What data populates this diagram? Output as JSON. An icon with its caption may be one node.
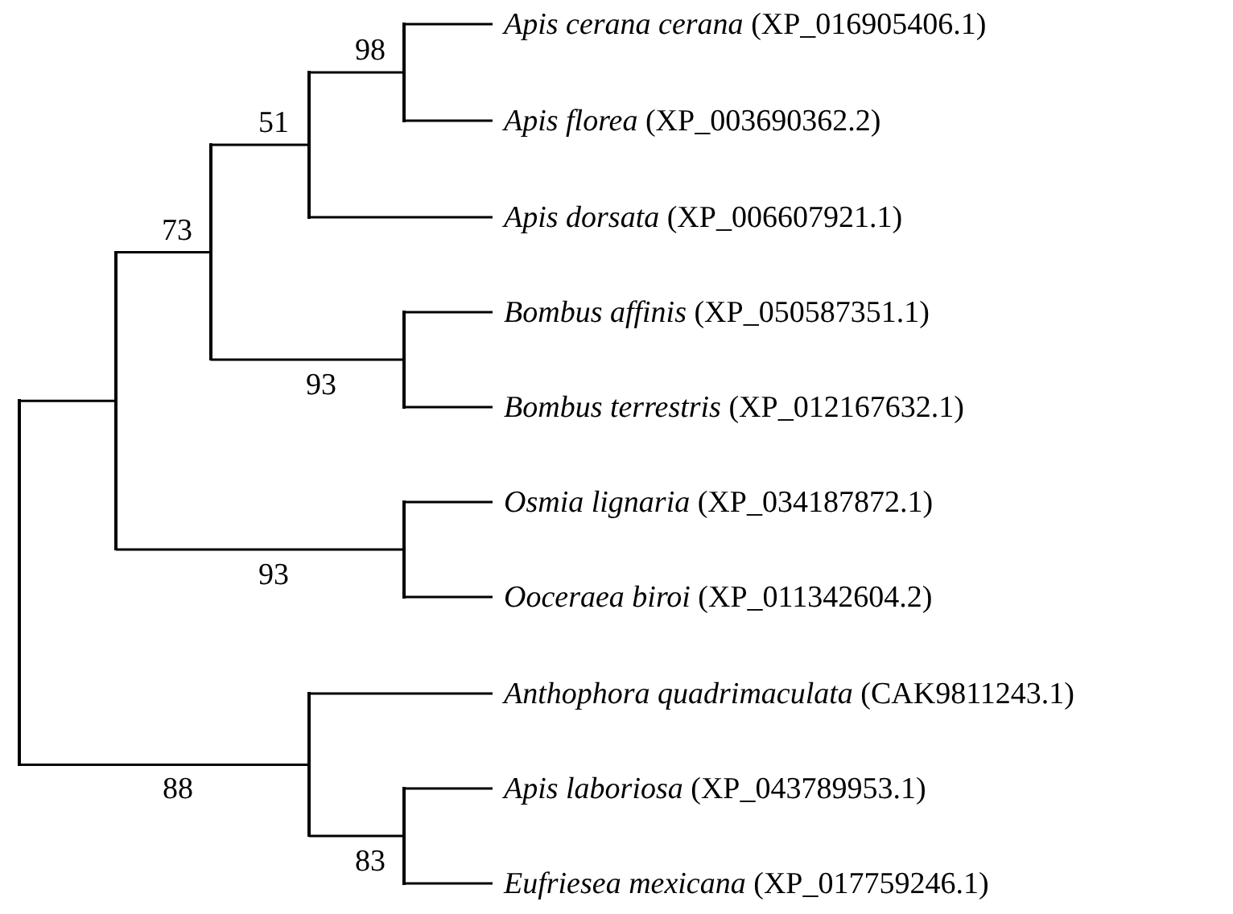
{
  "diagram": {
    "nodes": [
      {
        "text": [],
        "shape": "line"
      },
      {
        "text": [],
        "shape": "line"
      },
      {
        "text": [],
        "shape": "line",
        "beside": [
          "73"
        ]
      },
      {
        "text": [],
        "shape": "line",
        "beside": [
          "51"
        ]
      },
      {
        "text": [],
        "shape": "line",
        "beside": [
          "98"
        ]
      },
      {
        "text": [
          "*Apis cerana cerana* (XP_016905406.1)"
        ]
      },
      {
        "text": [
          "*Apis florea* (XP_003690362.2)"
        ]
      },
      {
        "text": [
          "*Apis dorsata* (XP_006607921.1)"
        ]
      },
      {
        "text": [],
        "shape": "line",
        "beside": [
          "93"
        ]
      },
      {
        "text": [
          "*Bombus affinis* (XP_050587351.1)"
        ]
      },
      {
        "text": [
          "*Bombus terrestris* (XP_012167632.1)"
        ]
      },
      {
        "text": [],
        "shape": "line",
        "beside": [
          "93"
        ]
      },
      {
        "text": [
          "*Osmia lignaria* (XP_034187872.1)"
        ]
      },
      {
        "text": [
          "*Ooceraea biroi* (XP_011342604.2)"
        ]
      },
      {
        "text": [],
        "shape": "line",
        "beside": [
          "88"
        ]
      },
      {
        "text": [
          "*Anthophora quadrimaculata* (CAK9811243.1)"
        ]
      },
      {
        "text": [],
        "shape": "line",
        "beside": [
          "83"
        ]
      },
      {
        "text": [
          "*Apis laboriosa* (XP_043789953.1)"
        ]
      },
      {
        "text": [
          "*Eufriesea mexicana* (XP_017759246.1)"
        ]
      }
    ],
    "edges": [
      {
        "from": 0,
        "to": 1,
        "arrow": "none"
      },
      {
        "from": 1,
        "to": 2,
        "arrow": "none"
      },
      {
        "from": 2,
        "to": 3,
        "arrow": "none"
      },
      {
        "from": 3,
        "to": 4,
        "arrow": "none"
      },
      {
        "from": 4,
        "to": 5,
        "arrow": "none"
      },
      {
        "from": 4,
        "to": 6,
        "arrow": "none"
      },
      {
        "from": 3,
        "to": 7,
        "arrow": "none"
      },
      {
        "from": 2,
        "to": 8,
        "arrow": "none"
      },
      {
        "from": 8,
        "to": 9,
        "arrow": "none"
      },
      {
        "from": 8,
        "to": 10,
        "arrow": "none"
      },
      {
        "from": 1,
        "to": 11,
        "arrow": "none"
      },
      {
        "from": 11,
        "to": 12,
        "arrow": "none"
      },
      {
        "from": 11,
        "to": 13,
        "arrow": "none"
      },
      {
        "from": 0,
        "to": 14,
        "arrow": "none"
      },
      {
        "from": 14,
        "to": 15,
        "arrow": "none"
      },
      {
        "from": 14,
        "to": 16,
        "arrow": "none"
      },
      {
        "from": 16,
        "to": 17,
        "arrow": "none"
      },
      {
        "from": 16,
        "to": 18,
        "arrow": "none"
      }
    ]
  }
}
